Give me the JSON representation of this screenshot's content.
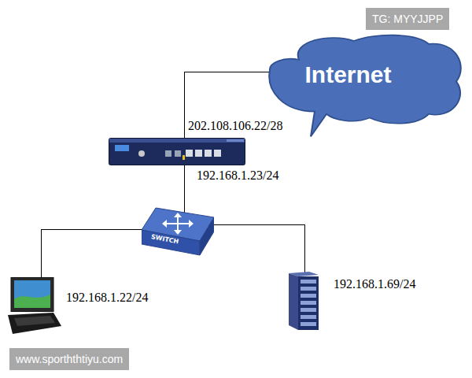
{
  "diagram": {
    "nodes": [
      {
        "text": [
          "Internet"
        ]
      },
      {
        "text": [
          "202.108.106.22/28",
          "192.168.1.23/24"
        ]
      },
      {
        "text": [
          "SWITCH"
        ]
      },
      {
        "text": [
          "192.168.1.22/24"
        ]
      },
      {
        "text": [
          "192.168.1.69/24"
        ]
      }
    ],
    "edges": [
      {
        "from": 0,
        "to": 1,
        "arrow": "none"
      },
      {
        "from": 1,
        "to": 2,
        "arrow": "none"
      },
      {
        "from": 2,
        "to": 3,
        "arrow": "none"
      },
      {
        "from": 2,
        "to": 4,
        "arrow": "none"
      }
    ],
    "labels": [
      "TG: MYYJJPP",
      "www.sporththtiyu.com"
    ]
  }
}
